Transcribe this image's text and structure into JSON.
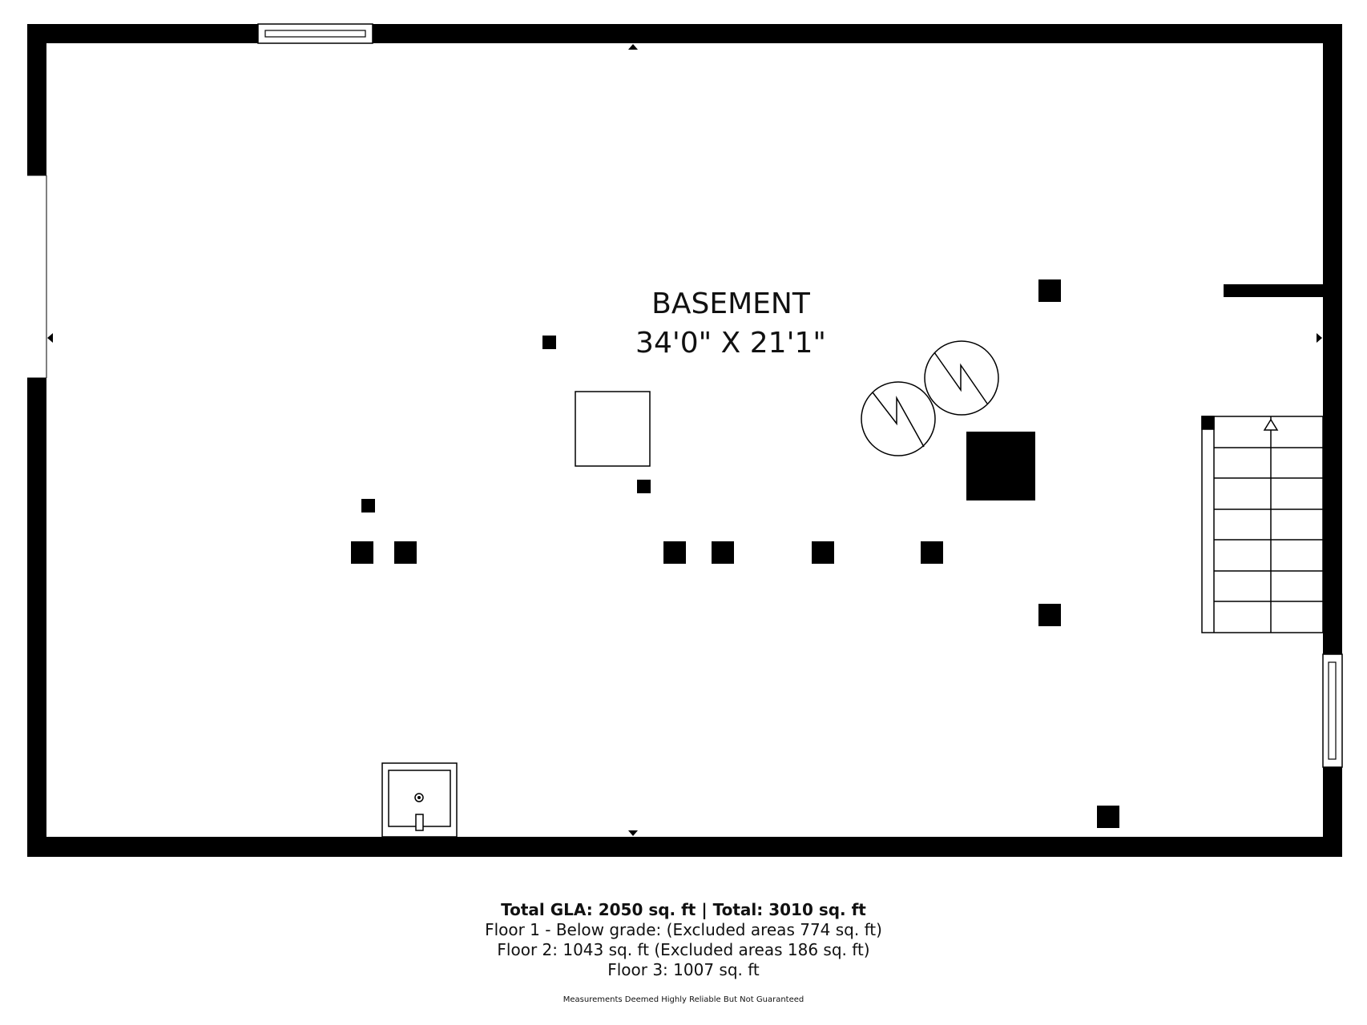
{
  "room": {
    "name": "BASEMENT",
    "dimensions": "34'0\" X 21'1\""
  },
  "summary": {
    "total_line": "Total GLA: 2050 sq. ft | Total: 3010 sq. ft",
    "floor1": "Floor 1 - Below grade: (Excluded areas 774 sq. ft)",
    "floor2": "Floor 2: 1043 sq. ft (Excluded areas 186 sq. ft)",
    "floor3": "Floor 3: 1007 sq. ft"
  },
  "disclaimer": "Measurements Deemed Highly Reliable But Not Guaranteed",
  "colors": {
    "wall": "#000000",
    "background": "#ffffff"
  }
}
